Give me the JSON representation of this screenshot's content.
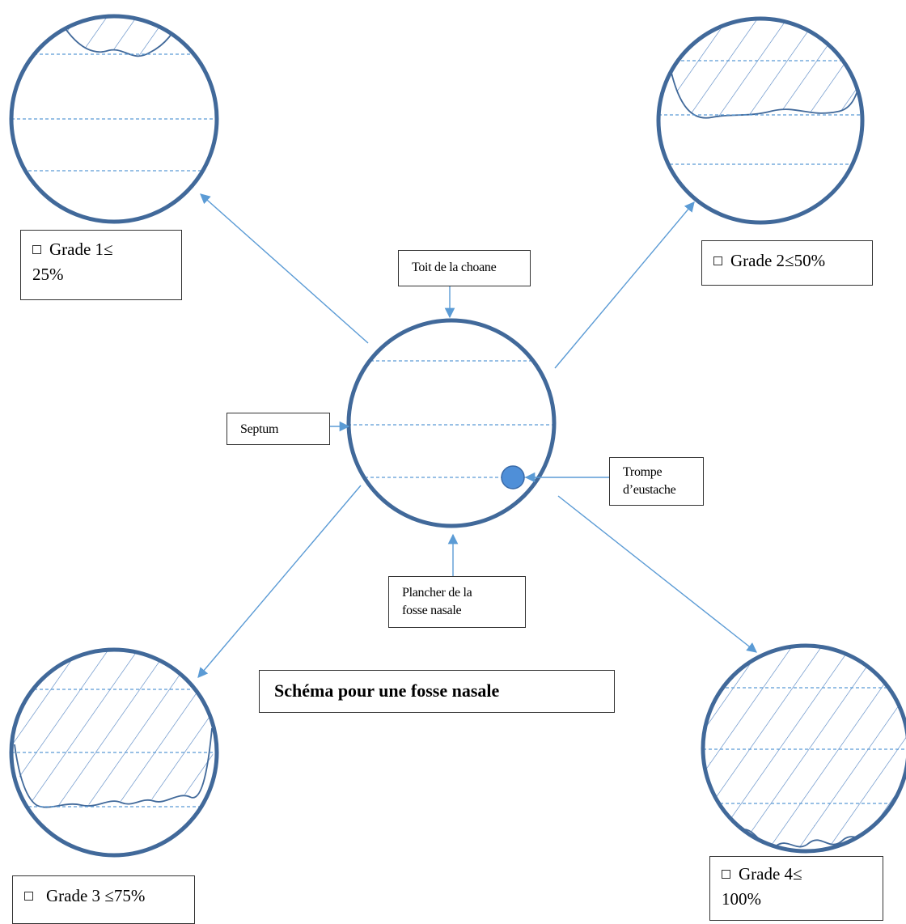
{
  "title": "Schéma pour une fosse nasale",
  "labels": {
    "toit": "Toit de la choane",
    "septum": "Septum",
    "trompe_line1": "Trompe",
    "trompe_line2": "d’eustache",
    "plancher_line1": "Plancher de la",
    "plancher_line2": "fosse nasale"
  },
  "grades": [
    {
      "line1": "Grade 1≤",
      "line2": "25%"
    },
    {
      "line1": "Grade 2≤50%",
      "line2": ""
    },
    {
      "line1": "Grade 3 ≤75%",
      "line2": ""
    },
    {
      "line1": "Grade 4≤",
      "line2": "100%"
    }
  ],
  "colors": {
    "circle_stroke": "#41699a",
    "arrow": "#5b9bd5",
    "hatch": "#4d7fbf",
    "dashed": "#5b9bd5",
    "eustachian_dot": "#4f8fd8",
    "box_border": "#333333"
  }
}
